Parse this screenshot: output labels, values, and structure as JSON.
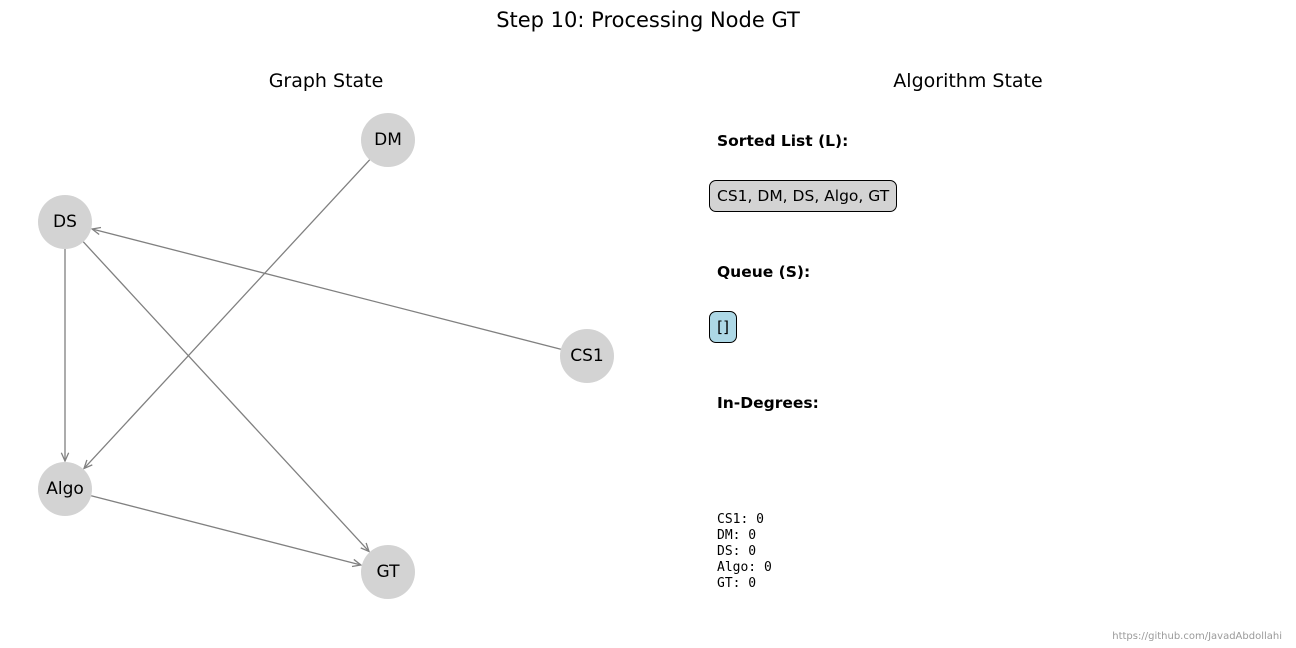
{
  "title": "Step 10: Processing Node GT",
  "graph_panel": {
    "title": "Graph State",
    "nodes": [
      {
        "id": "DM",
        "label": "DM"
      },
      {
        "id": "DS",
        "label": "DS"
      },
      {
        "id": "CS1",
        "label": "CS1"
      },
      {
        "id": "Algo",
        "label": "Algo"
      },
      {
        "id": "GT",
        "label": "GT"
      }
    ],
    "edges": [
      {
        "from": "CS1",
        "to": "DS"
      },
      {
        "from": "DM",
        "to": "Algo"
      },
      {
        "from": "DS",
        "to": "Algo"
      },
      {
        "from": "DS",
        "to": "GT"
      },
      {
        "from": "Algo",
        "to": "GT"
      }
    ],
    "node_color": "#d3d3d3",
    "edge_color": "#808080"
  },
  "algorithm_panel": {
    "title": "Algorithm State",
    "sorted_label": "Sorted List (L):",
    "sorted_value": "CS1, DM, DS, Algo, GT",
    "queue_label": "Queue (S):",
    "queue_value": "[]",
    "indegrees_label": "In-Degrees:",
    "indegrees": [
      "CS1: 0",
      "DM: 0",
      "DS: 0",
      "Algo: 0",
      "GT: 0"
    ]
  },
  "credit": "https://github.com/JavadAbdollahi"
}
